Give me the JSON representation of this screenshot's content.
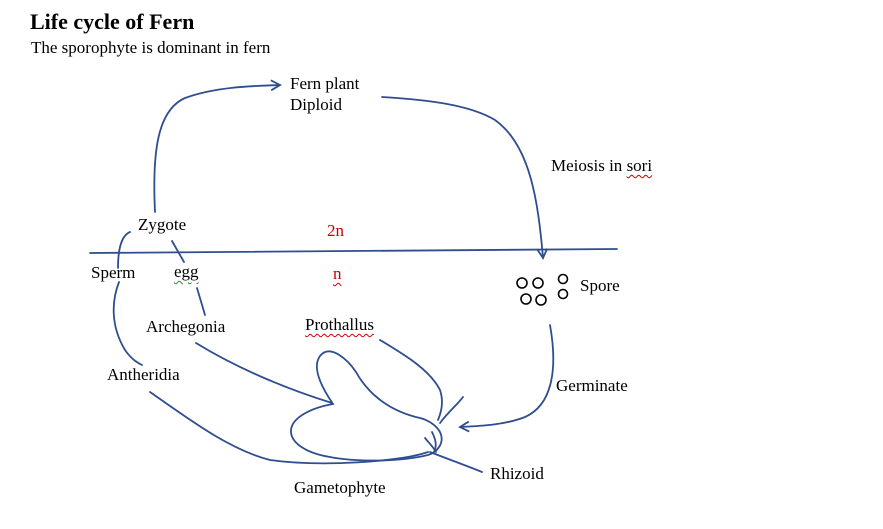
{
  "title": "Life cycle of Fern",
  "subtitle": "The sporophyte is dominant in fern",
  "colors": {
    "stroke": "#2f4e8f",
    "ploidy_text": "#cc0000",
    "text": "#000000"
  },
  "labels": {
    "fern_plant": "Fern plant",
    "diploid": "Diploid",
    "meiosis_prefix": "Meiosis in ",
    "meiosis_word": "sori",
    "zygote": "Zygote",
    "diploid_phase": "2n",
    "haploid_phase": "n",
    "sperm": "Sperm",
    "egg": "egg",
    "spore": "Spore",
    "archegonia": "Archegonia",
    "prothallus": "Prothallus",
    "antheridia": "Antheridia",
    "germinate": "Germinate",
    "rhizoid": "Rhizoid",
    "gametophyte": "Gametophyte"
  }
}
